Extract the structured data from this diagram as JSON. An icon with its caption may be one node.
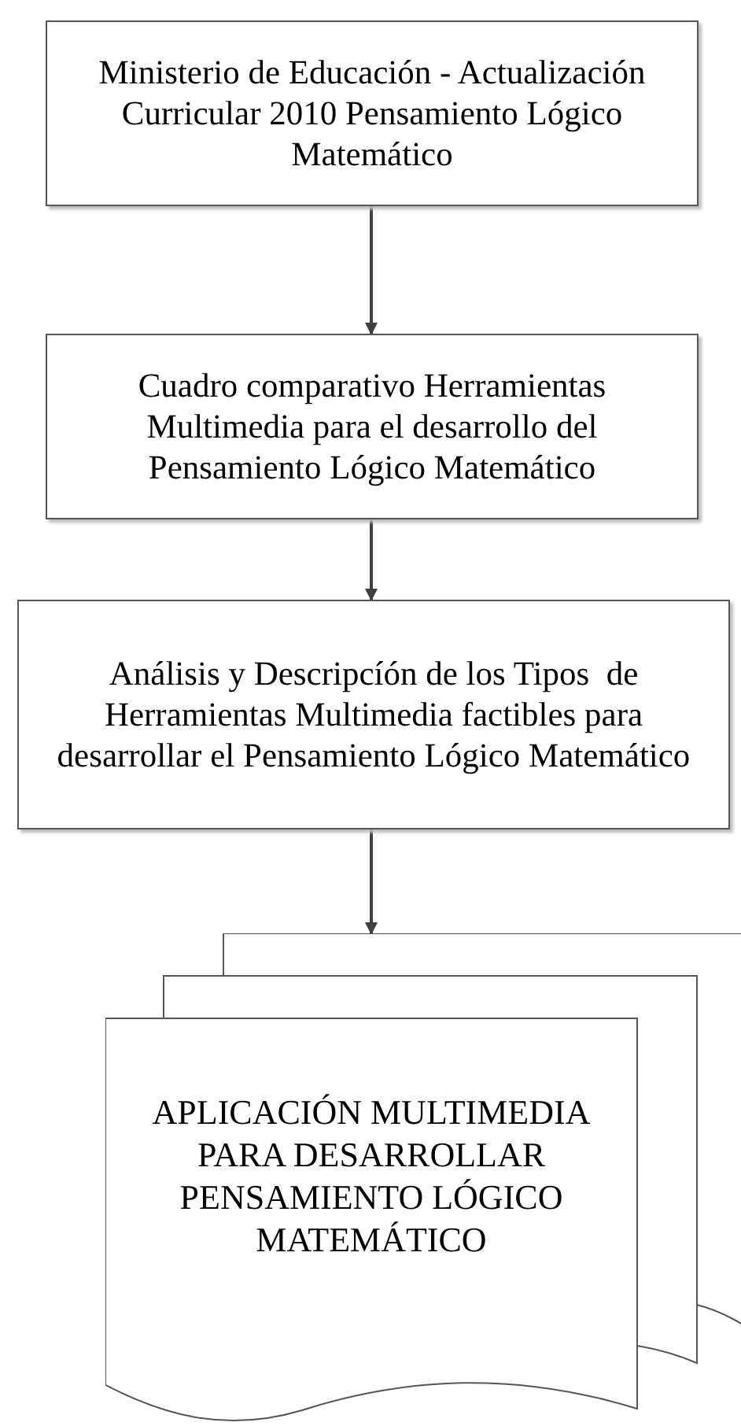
{
  "diagram": {
    "nodes": [
      {
        "text": [
          "Ministerio de Educación - Actualización Curricular 2010 Pensamiento Lógico Matemático"
        ]
      },
      {
        "text": [
          "Cuadro comparativo Herramientas Multimedia para el desarrollo del Pensamiento Lógico Matemático"
        ]
      },
      {
        "text": [
          "Análisis y Descripcíón de los Tipos  de Herramientas Multimedia factibles para desarrollar el Pensamiento Lógico Matemático"
        ]
      },
      {
        "text": [
          "APLICACIÓN MULTIMEDIA PARA DESARROLLAR PENSAMIENTO LÓGICO MATEMÁTICO"
        ]
      }
    ],
    "edges": [
      {
        "from": 0,
        "to": 1,
        "arrow": "to"
      },
      {
        "from": 1,
        "to": 2,
        "arrow": "to"
      },
      {
        "from": 2,
        "to": 3,
        "arrow": "to"
      }
    ]
  }
}
